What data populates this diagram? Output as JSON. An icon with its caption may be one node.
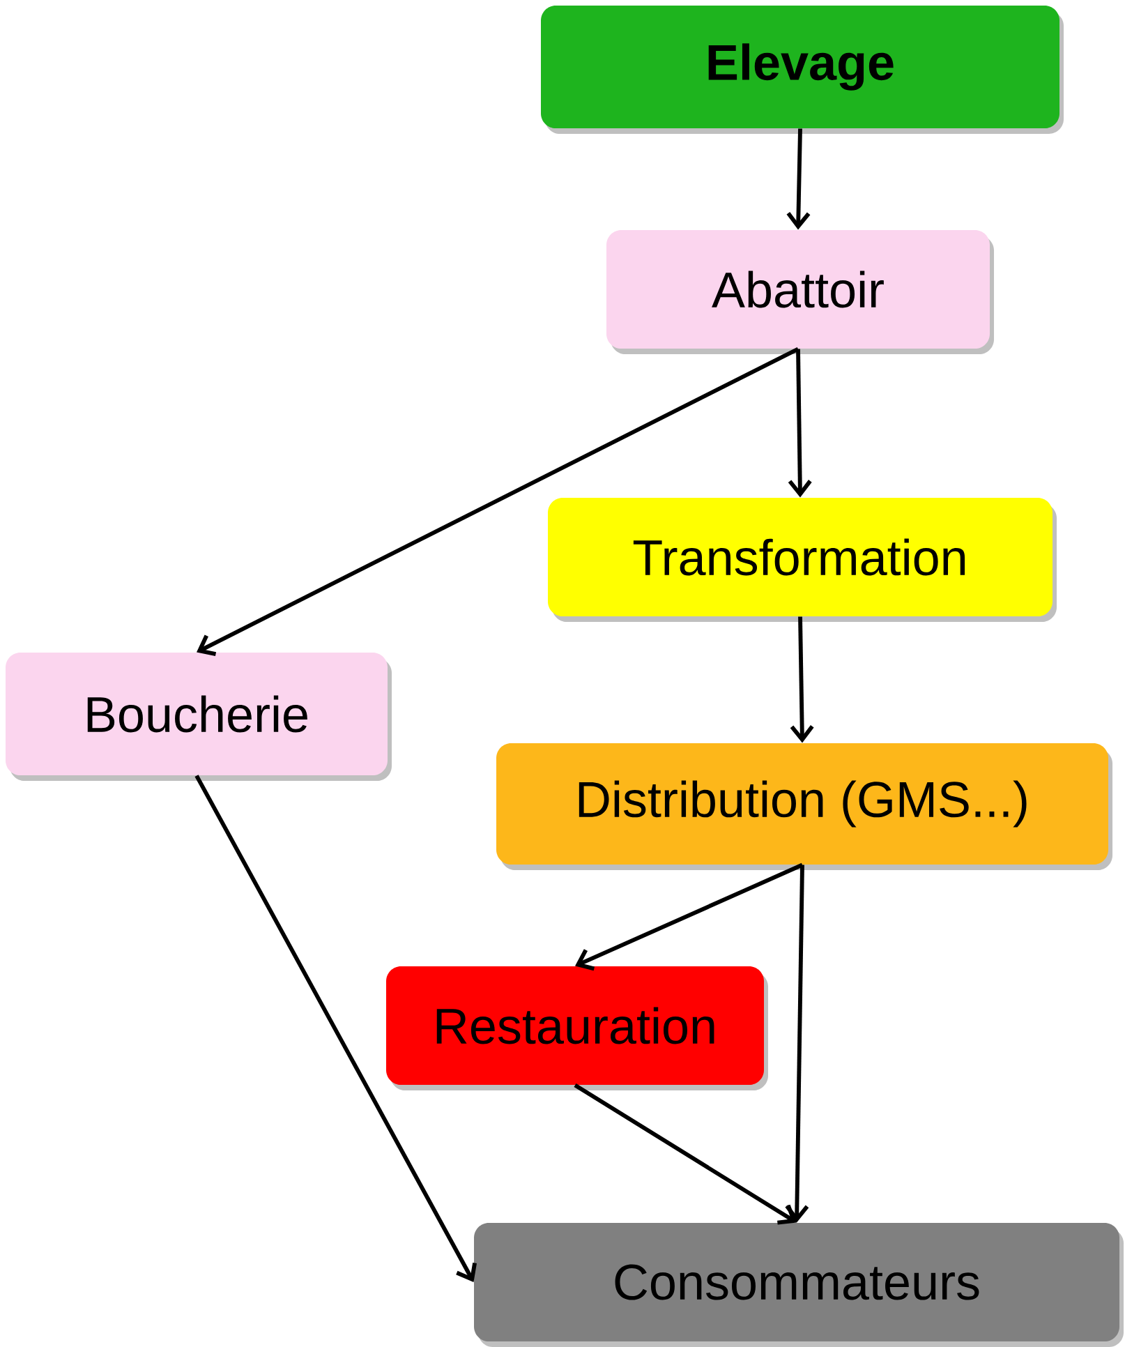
{
  "diagram": {
    "nodes": [
      {
        "text": [
          "Elevage"
        ]
      },
      {
        "text": [
          "Abattoir"
        ]
      },
      {
        "text": [
          "Transformation"
        ]
      },
      {
        "text": [
          "Boucherie"
        ]
      },
      {
        "text": [
          "Distribution (GMS...)"
        ]
      },
      {
        "text": [
          "Restauration"
        ]
      },
      {
        "text": [
          "Consommateurs"
        ]
      }
    ],
    "edges": [
      {
        "from": 0,
        "to": 1,
        "arrow": "to"
      },
      {
        "from": 1,
        "to": 3,
        "arrow": "to"
      },
      {
        "from": 1,
        "to": 2,
        "arrow": "to"
      },
      {
        "from": 2,
        "to": 4,
        "arrow": "to"
      },
      {
        "from": 3,
        "to": 6,
        "arrow": "to"
      },
      {
        "from": 4,
        "to": 5,
        "arrow": "to"
      },
      {
        "from": 4,
        "to": 6,
        "arrow": "to"
      },
      {
        "from": 5,
        "to": 6,
        "arrow": "to"
      }
    ]
  }
}
